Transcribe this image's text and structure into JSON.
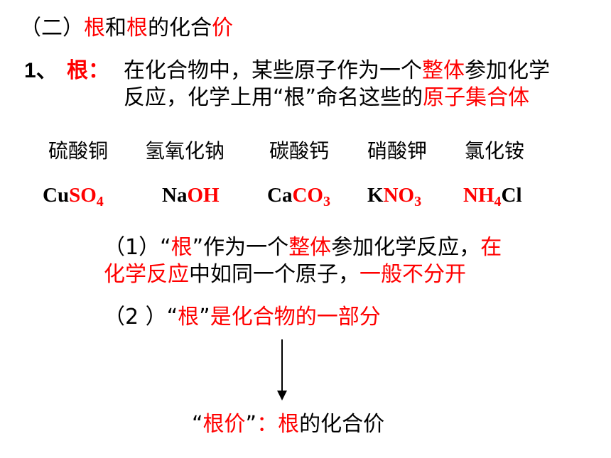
{
  "heading": {
    "open": "（二）",
    "gen1": "根",
    "he": "和",
    "gen2": "根",
    "de": "的化合",
    "jia": "价"
  },
  "definition": {
    "num": "1、",
    "term": "根：",
    "line1_a": "在化合物中，某些原子作为一个",
    "line1_b": "整体",
    "line1_c": "参加化学",
    "line2_a": "反应，化学上用“根”命名这些的",
    "line2_b": "原子集合体"
  },
  "names": [
    "硫酸铜",
    "氢氧化钠",
    "碳酸钙",
    "硝酸钾",
    "氯化铵"
  ],
  "formulas": {
    "cuso4": {
      "a": "Cu",
      "b": "SO",
      "sub": "4"
    },
    "naoh": {
      "a": "Na",
      "b": "OH"
    },
    "caco3": {
      "a": "Ca",
      "b": "CO",
      "sub": "3"
    },
    "kno3": {
      "a": "K",
      "b": "NO",
      "sub": "3"
    },
    "nh4cl": {
      "a": "NH",
      "sub": "4",
      "b": "Cl"
    }
  },
  "point1": {
    "a": "（1）“",
    "b": "根",
    "c": "”作为一个",
    "d": "整体",
    "e": "参加化学反应，",
    "f": "在",
    "g": "化学反应",
    "h": "中如同一个原子，",
    "i": "一般不分开"
  },
  "point2": {
    "a": "（2 ）“",
    "b": "根",
    "c": "”",
    "d": "是化合物的一部分"
  },
  "conclusion": {
    "a": "“",
    "b": "根价",
    "c": "”",
    "d": "：",
    "e": "根",
    "f": "的化合价"
  }
}
